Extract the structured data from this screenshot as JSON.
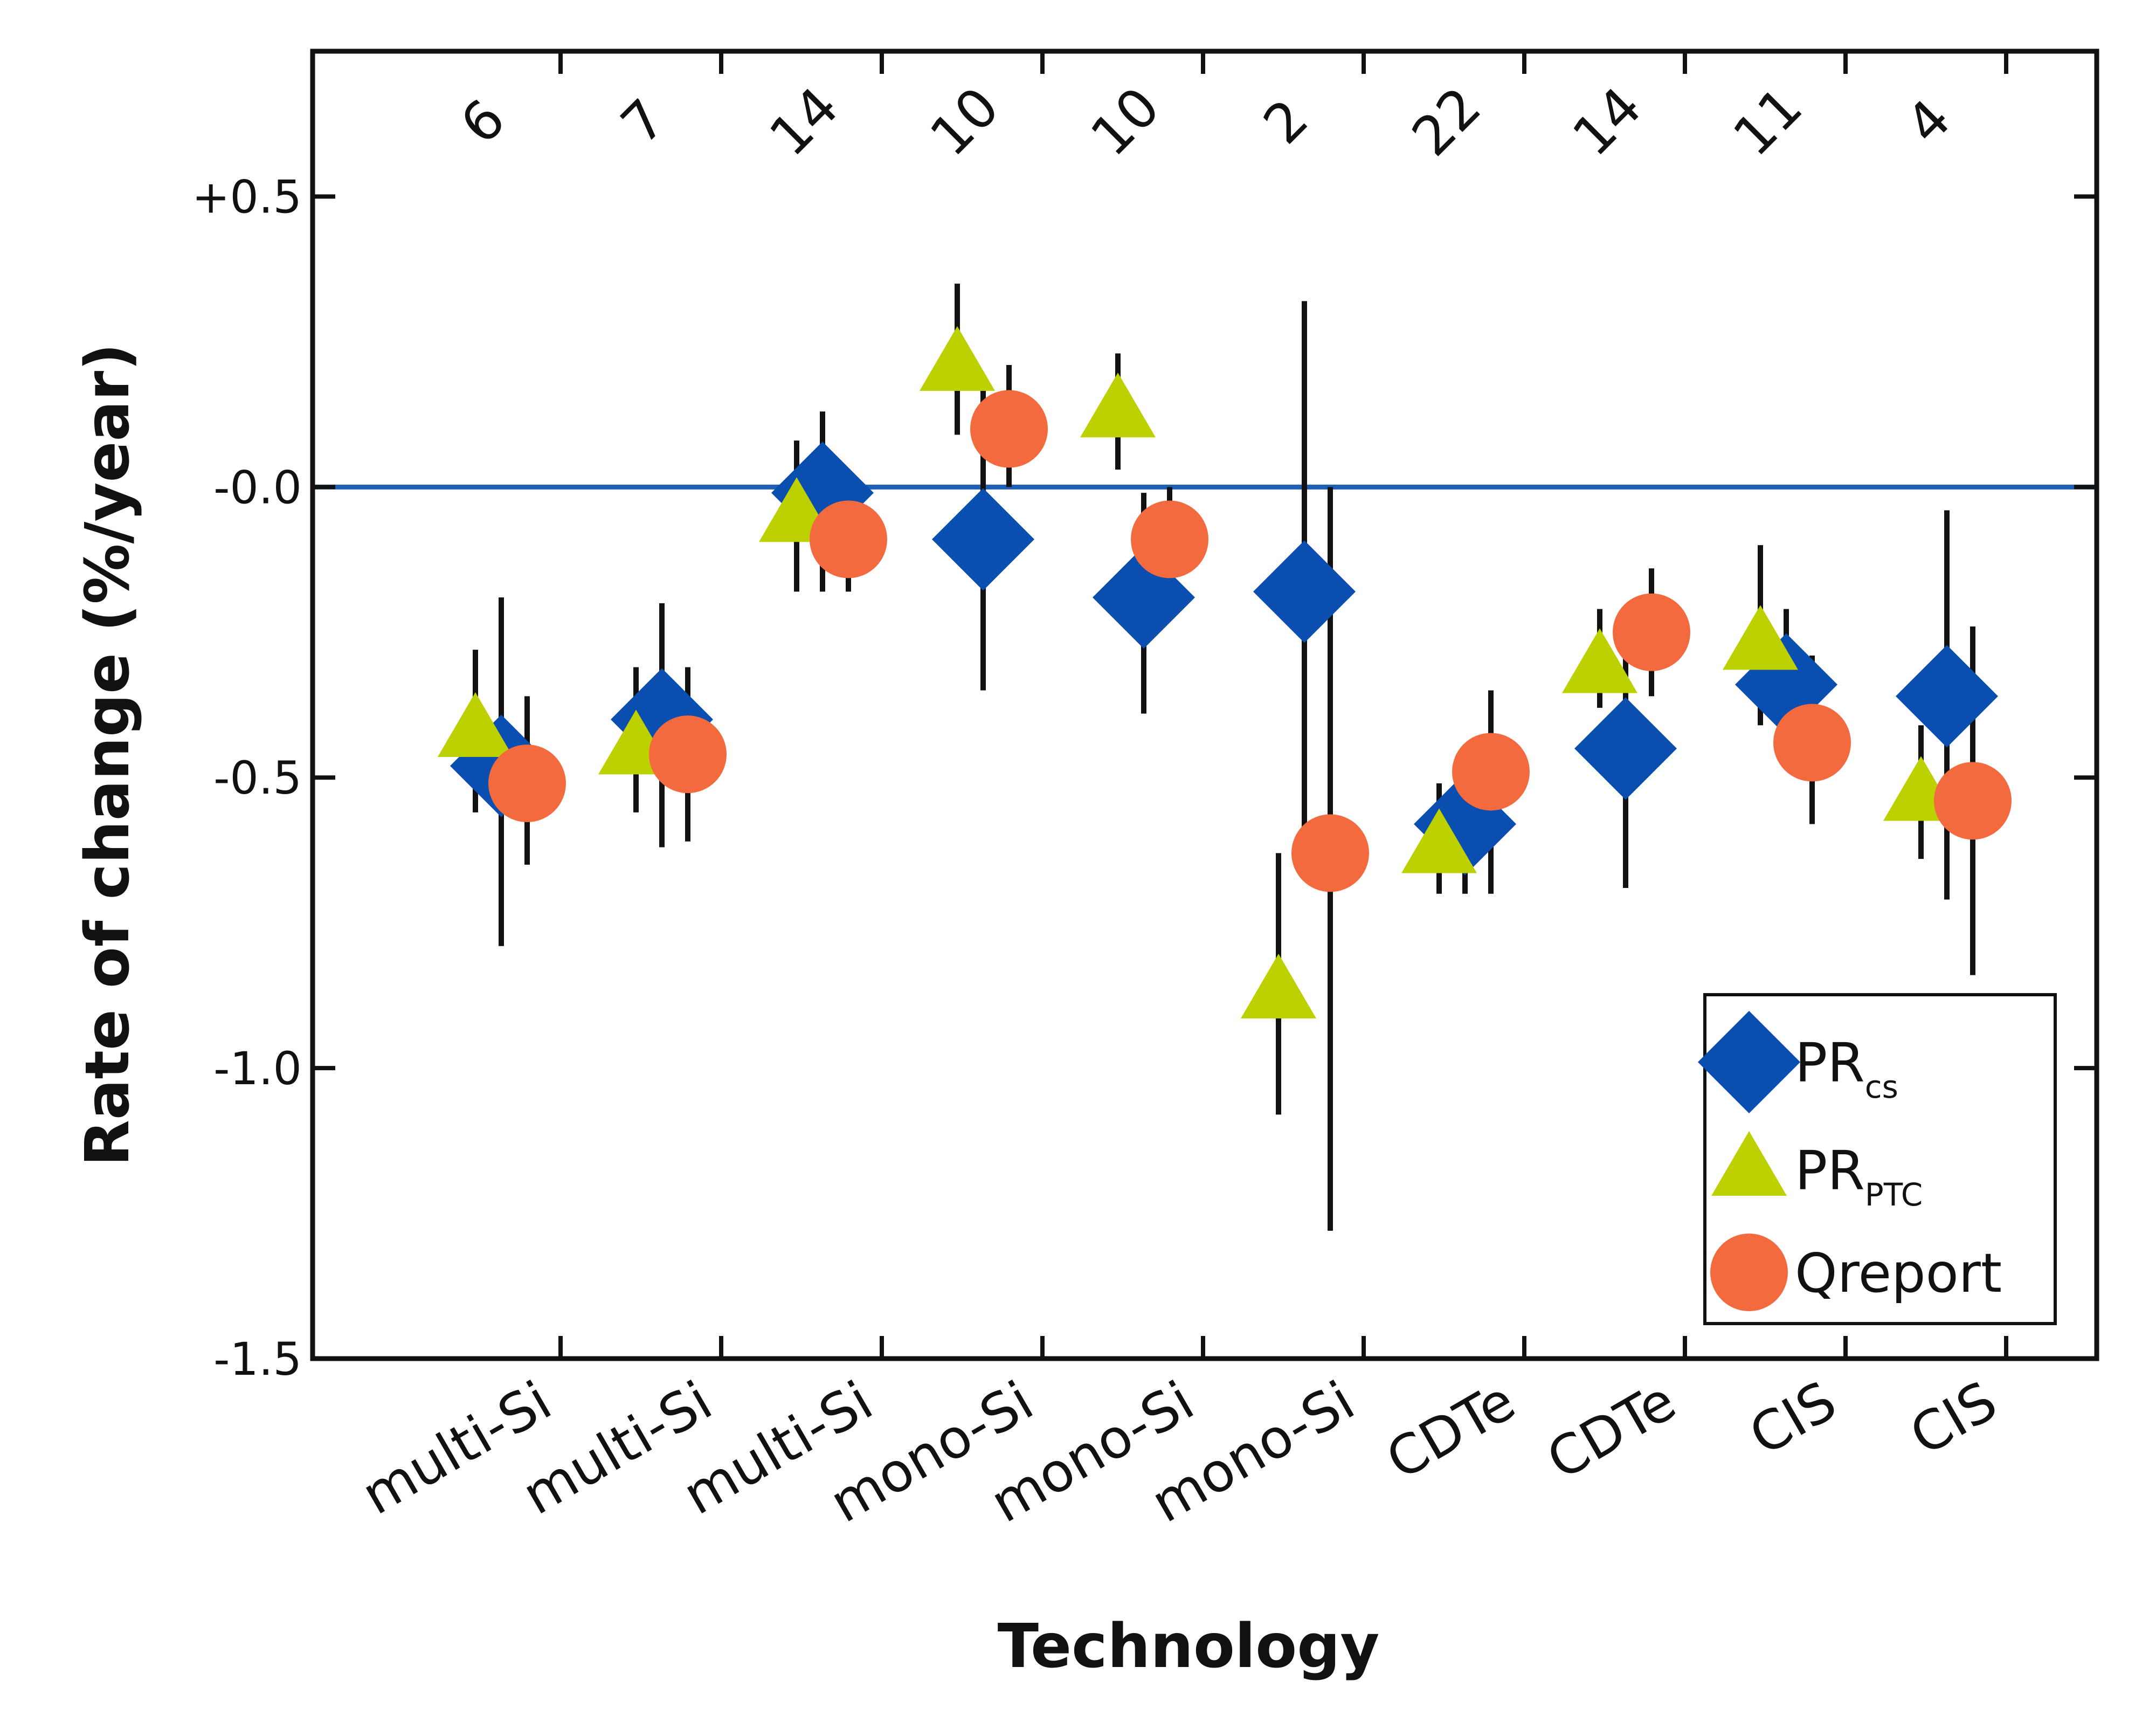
{
  "chart_data": {
    "type": "scatter",
    "xlabel": "Technology",
    "ylabel": "Rate of change (%/year)",
    "ylim": [
      -1.5,
      0.75
    ],
    "yticks": [
      {
        "value": 0.5,
        "label": "+0.5"
      },
      {
        "value": 0.0,
        "label": "-0.0"
      },
      {
        "value": -0.5,
        "label": "-0.5"
      },
      {
        "value": -1.0,
        "label": "-1.0"
      },
      {
        "value": -1.5,
        "label": "-1.5"
      }
    ],
    "categories": [
      "multi-Si",
      "multi-Si",
      "multi-Si",
      "mono-Si",
      "mono-Si",
      "mono-Si",
      "CDTe",
      "CDTe",
      "CIS",
      "CIS"
    ],
    "counts": [
      "6",
      "7",
      "14",
      "10",
      "10",
      "2",
      "22",
      "14",
      "11",
      "4"
    ],
    "reference_line": {
      "y": 0.0,
      "color": "#1f5fb4"
    },
    "grid": false,
    "legend_position": "bottom-right",
    "series": [
      {
        "name": "PR",
        "name_sub": "cs",
        "marker": "diamond",
        "color": "#0a4fb0",
        "values": [
          -0.48,
          -0.4,
          -0.01,
          -0.09,
          -0.19,
          -0.18,
          -0.58,
          -0.45,
          -0.34,
          -0.36
        ],
        "err_low": [
          -0.79,
          -0.62,
          -0.18,
          -0.35,
          -0.39,
          -0.67,
          -0.7,
          -0.69,
          -0.41,
          -0.71
        ],
        "err_high": [
          -0.19,
          -0.2,
          0.13,
          0.18,
          -0.01,
          0.32,
          -0.51,
          -0.21,
          -0.21,
          -0.04
        ]
      },
      {
        "name": "PR",
        "name_sub": "PTC",
        "marker": "triangle",
        "color": "#bdd000",
        "values": [
          -0.42,
          -0.45,
          -0.05,
          0.21,
          0.13,
          -0.87,
          -0.62,
          -0.31,
          -0.27,
          -0.53
        ],
        "err_low": [
          -0.56,
          -0.56,
          -0.18,
          0.09,
          0.03,
          -1.08,
          -0.7,
          -0.38,
          -0.41,
          -0.64
        ],
        "err_high": [
          -0.28,
          -0.31,
          0.08,
          0.35,
          0.23,
          -0.63,
          -0.51,
          -0.21,
          -0.1,
          -0.41
        ]
      },
      {
        "name": "Qreport",
        "name_sub": "",
        "marker": "circle",
        "color": "#f26a3d",
        "values": [
          -0.51,
          -0.46,
          -0.09,
          0.1,
          -0.09,
          -0.63,
          -0.49,
          -0.25,
          -0.44,
          -0.54
        ],
        "err_low": [
          -0.65,
          -0.61,
          -0.18,
          0.0,
          -0.2,
          -1.28,
          -0.7,
          -0.36,
          -0.58,
          -0.84
        ],
        "err_high": [
          -0.36,
          -0.31,
          0.01,
          0.21,
          0.0,
          0.0,
          -0.35,
          -0.14,
          -0.29,
          -0.24
        ]
      }
    ]
  }
}
